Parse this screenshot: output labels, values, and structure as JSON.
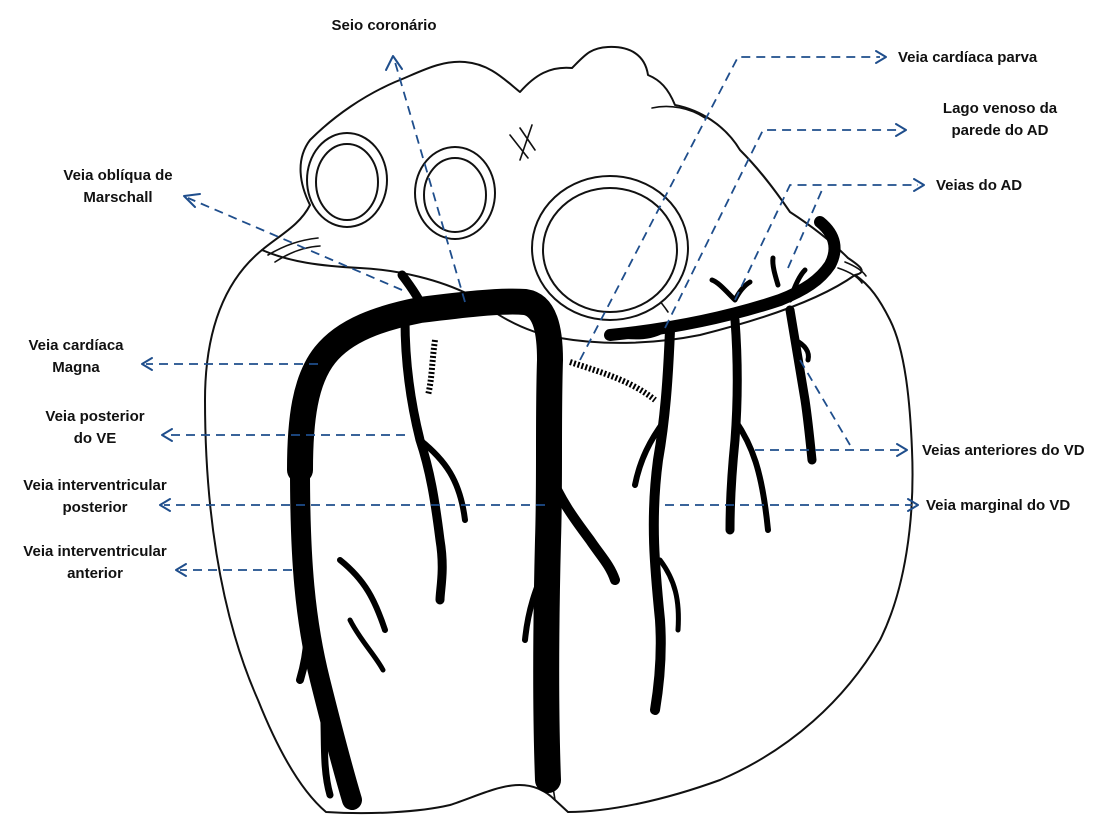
{
  "diagram": {
    "labels": {
      "seio_coronario": "Seio coronário",
      "veia_cardiaca_parva": "Veia cardíaca parva",
      "lago_venoso_1": "Lago venoso da",
      "lago_venoso_2": "parede do AD",
      "veias_do_ad": "Veias do AD",
      "veia_obliqua_1": "Veia oblíqua de",
      "veia_obliqua_2": "Marschall",
      "veia_magna_1": "Veia cardíaca",
      "veia_magna_2": "Magna",
      "veia_posterior_1": "Veia posterior",
      "veia_posterior_2": "do VE",
      "veia_iv_posterior_1": "Veia interventricular",
      "veia_iv_posterior_2": "posterior",
      "veia_iv_anterior_1": "Veia interventricular",
      "veia_iv_anterior_2": "anterior",
      "veias_anteriores_vd": "Veias anteriores  do VD",
      "veia_marginal_vd": "Veia marginal do VD"
    },
    "colors": {
      "leader": "#1f4e8c",
      "text": "#111111",
      "vein": "#000000"
    }
  }
}
